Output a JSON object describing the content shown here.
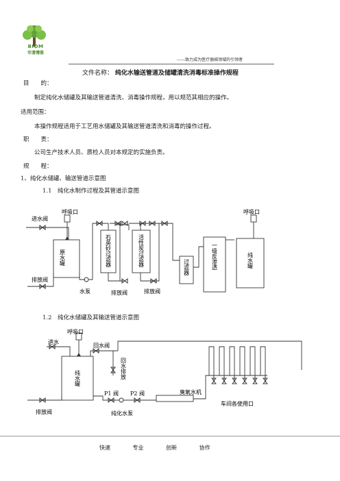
{
  "header": {
    "logo_en": "BIOM",
    "logo_cn": "华清博恩",
    "slogan": "------致力成为医疗器械领域的引领者"
  },
  "doc": {
    "name_label": "文件名称：",
    "title": "纯化水输送管道及储罐清洗消毒标准操作规程"
  },
  "sections": {
    "purpose_label": "目　　的：",
    "purpose_text": "制定纯化水储罐及其输送管道清洗、消毒操作规程，用以规范其相应的操作。",
    "scope_label": "适用范围：",
    "scope_text": "本操作规程适用于工艺用水储罐及其输送管道清洗和消毒的操作过程。",
    "duty_label": "职　　责：",
    "duty_text": "公司生产技术人员、质检人员对本规定的实施负责。",
    "rules_label": "规　　程：",
    "item1": "1、纯化水储罐、输送管道示意图",
    "item1_1": "1.1　纯化水制作过程及其管道示意图",
    "item1_2": "1.2　纯化水储罐及其输送管道示意图"
  },
  "diagram1": {
    "inlet_valve": "进水阀",
    "breather_left": "呼吸口",
    "breather_right": "呼吸口",
    "raw_tank": "原水罐",
    "drain_left": "排放阀",
    "pump": "水泵",
    "quartz_filter": "石英砂过滤器",
    "carbon_filter": "活性炭过滤器",
    "drain_mid1": "排放阀",
    "drain_mid2": "排放阀",
    "filter": "过滤器",
    "ro": "一级反渗透",
    "pure_tank": "纯水罐"
  },
  "diagram2": {
    "breather": "呼吸口",
    "inlet": "进水",
    "return_valve": "回水阀",
    "return_drain": "回水排放",
    "pure_tank": "纯水罐",
    "p1": "P1 阀",
    "p2": "P2 阀",
    "ozone": "臭氧水机",
    "drain": "排放阀",
    "pump": "纯化水泵",
    "outlets": "车间各使用口"
  },
  "footer": {
    "items": [
      "快速",
      "专业",
      "创新",
      "协作"
    ]
  }
}
